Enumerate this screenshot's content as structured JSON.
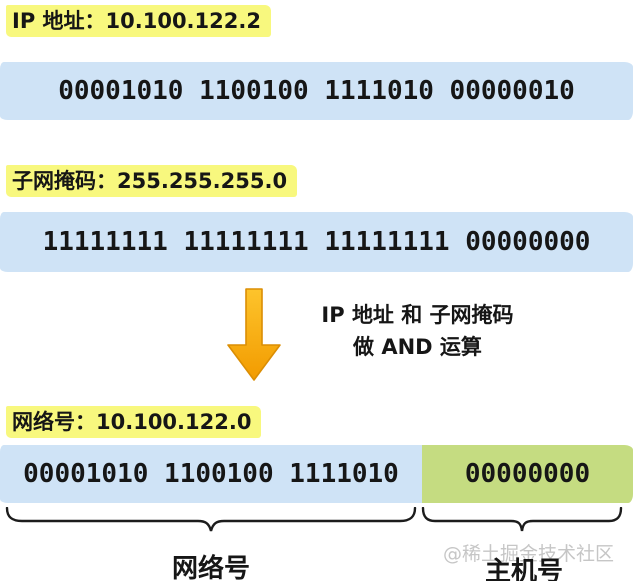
{
  "colors": {
    "highlight_yellow": "#f8f87e",
    "bar_blue": "#cfe3f6",
    "bar_green": "#c5dc81",
    "arrow_orange_light": "#fdc42c",
    "arrow_orange_dark": "#f29b00",
    "arrow_stroke": "#db8e04",
    "text_black": "#161616",
    "watermark_gray": "#c6c6c6"
  },
  "ip_section": {
    "label": "IP 地址：10.100.122.2",
    "binary": "00001010 1100100 1111010 00000010"
  },
  "mask_section": {
    "label": "子网掩码：255.255.255.0",
    "binary": "11111111 11111111 11111111 00000000"
  },
  "operation": {
    "arrow_icon": "down-arrow",
    "line1": "IP 地址 和 子网掩码",
    "line2": "做 AND 运算"
  },
  "result_section": {
    "label": "网络号：10.100.122.0",
    "network_binary": "00001010 1100100 1111010",
    "host_binary": "00000000"
  },
  "legend": {
    "network_label": "网络号",
    "host_label": "主机号"
  },
  "watermark": "@稀土掘金技术社区"
}
